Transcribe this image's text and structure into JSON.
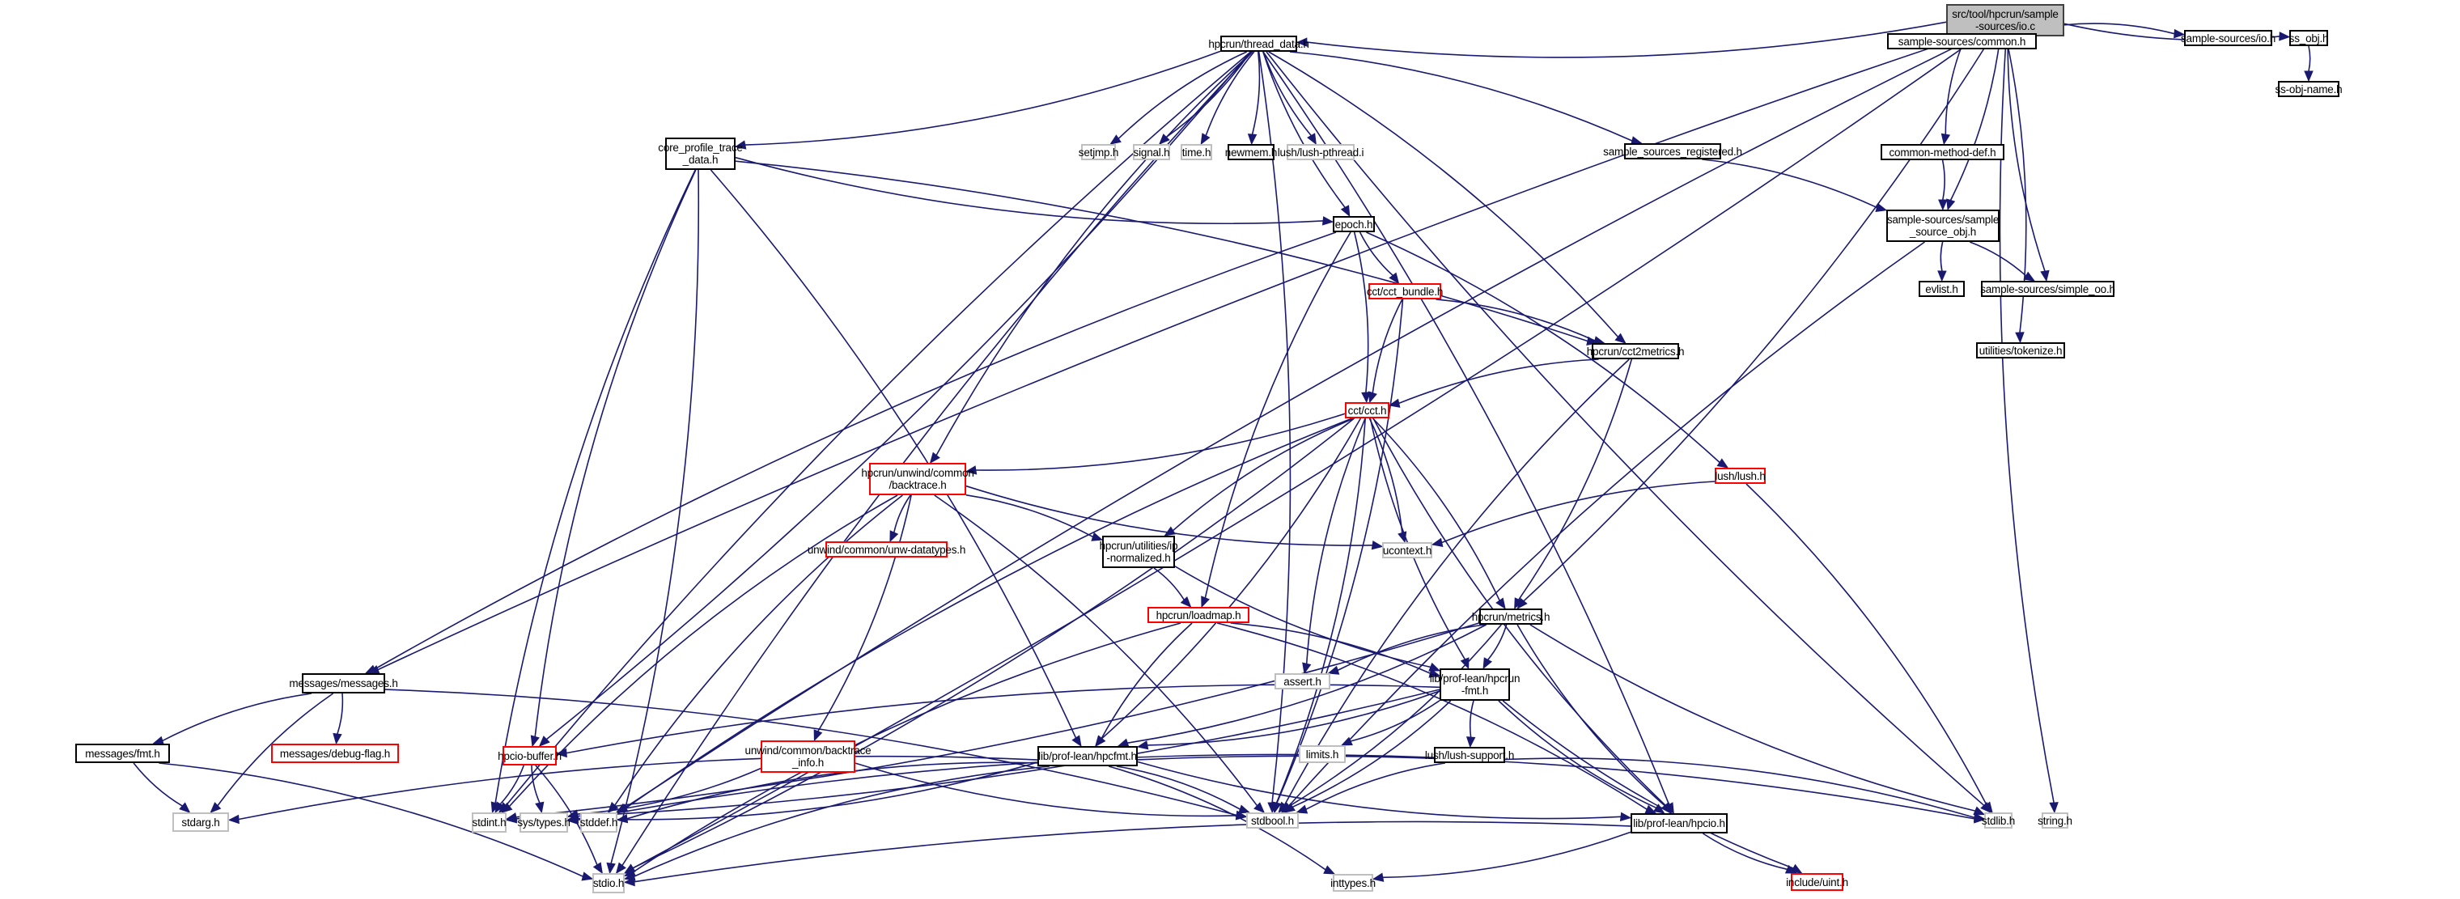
{
  "title": "src/tool/hpcrun/sample-sources/io.c include dependency graph",
  "colors": {
    "edge": "#191970",
    "root_fill": "#bfbfbf",
    "documented_border": "#000000",
    "undocumented_border": "#ff0000",
    "system_border": "#bfbfbf"
  },
  "nodes": [
    {
      "id": "io_c",
      "label": "src/tool/hpcrun/sample\n-sources/io.c",
      "kind": "root"
    },
    {
      "id": "thread_data",
      "label": "hpcrun/thread_data.h",
      "kind": "plain"
    },
    {
      "id": "ss_common",
      "label": "sample-sources/common.h",
      "kind": "plain"
    },
    {
      "id": "ss_io",
      "label": "sample-sources/io.h",
      "kind": "plain"
    },
    {
      "id": "ss_obj",
      "label": "ss_obj.h",
      "kind": "plain"
    },
    {
      "id": "ss_obj_name",
      "label": "ss-obj-name.h",
      "kind": "plain"
    },
    {
      "id": "core_profile",
      "label": "core_profile_trace\n_data.h",
      "kind": "plain"
    },
    {
      "id": "setjmp",
      "label": "setjmp.h",
      "kind": "system"
    },
    {
      "id": "signal",
      "label": "signal.h",
      "kind": "system"
    },
    {
      "id": "time",
      "label": "time.h",
      "kind": "system"
    },
    {
      "id": "newmem",
      "label": "newmem.h",
      "kind": "plain"
    },
    {
      "id": "lush_pthread",
      "label": "lush/lush-pthread.i",
      "kind": "system"
    },
    {
      "id": "ss_registered",
      "label": "sample_sources_registered.h",
      "kind": "plain"
    },
    {
      "id": "common_method",
      "label": "common-method-def.h",
      "kind": "plain"
    },
    {
      "id": "ss_sample_obj",
      "label": "sample-sources/sample\n_source_obj.h",
      "kind": "plain"
    },
    {
      "id": "epoch",
      "label": "epoch.h",
      "kind": "plain"
    },
    {
      "id": "evlist",
      "label": "evlist.h",
      "kind": "plain"
    },
    {
      "id": "simple_oo",
      "label": "sample-sources/simple_oo.h",
      "kind": "plain"
    },
    {
      "id": "cct_bundle",
      "label": "cct/cct_bundle.h",
      "kind": "missing"
    },
    {
      "id": "cct2metrics",
      "label": "hpcrun/cct2metrics.h",
      "kind": "plain"
    },
    {
      "id": "tokenize",
      "label": "utilities/tokenize.h",
      "kind": "plain"
    },
    {
      "id": "cct",
      "label": "cct/cct.h",
      "kind": "missing"
    },
    {
      "id": "lush",
      "label": "lush/lush.h",
      "kind": "missing"
    },
    {
      "id": "backtrace",
      "label": "hpcrun/unwind/common\n/backtrace.h",
      "kind": "missing"
    },
    {
      "id": "unw_datatypes",
      "label": "unwind/common/unw-datatypes.h",
      "kind": "missing"
    },
    {
      "id": "ip_normalized",
      "label": "hpcrun/utilities/ip\n-normalized.h",
      "kind": "plain"
    },
    {
      "id": "ucontext",
      "label": "ucontext.h",
      "kind": "system"
    },
    {
      "id": "loadmap",
      "label": "hpcrun/loadmap.h",
      "kind": "missing"
    },
    {
      "id": "metrics",
      "label": "hpcrun/metrics.h",
      "kind": "plain"
    },
    {
      "id": "assert",
      "label": "assert.h",
      "kind": "system"
    },
    {
      "id": "messages",
      "label": "messages/messages.h",
      "kind": "plain"
    },
    {
      "id": "hpcrun_fmt",
      "label": "lib/prof-lean/hpcrun\n-fmt.h",
      "kind": "plain"
    },
    {
      "id": "bt_info",
      "label": "unwind/common/backtrace\n_info.h",
      "kind": "missing"
    },
    {
      "id": "msg_fmt",
      "label": "messages/fmt.h",
      "kind": "plain"
    },
    {
      "id": "debug_flag",
      "label": "messages/debug-flag.h",
      "kind": "missing"
    },
    {
      "id": "hpcio_buffer",
      "label": "hpcio-buffer.h",
      "kind": "missing"
    },
    {
      "id": "limits",
      "label": "limits.h",
      "kind": "system"
    },
    {
      "id": "lush_support",
      "label": "lush/lush-support.h",
      "kind": "plain"
    },
    {
      "id": "hpcfmt",
      "label": "lib/prof-lean/hpcfmt.h",
      "kind": "plain"
    },
    {
      "id": "stdarg",
      "label": "stdarg.h",
      "kind": "system"
    },
    {
      "id": "stdint",
      "label": "stdint.h",
      "kind": "system"
    },
    {
      "id": "sys_types",
      "label": "sys/types.h",
      "kind": "system"
    },
    {
      "id": "stddef",
      "label": "stddef.h",
      "kind": "system"
    },
    {
      "id": "stdbool",
      "label": "stdbool.h",
      "kind": "system"
    },
    {
      "id": "hpcio",
      "label": "lib/prof-lean/hpcio.h",
      "kind": "plain"
    },
    {
      "id": "stdlib",
      "label": "stdlib.h",
      "kind": "system"
    },
    {
      "id": "string",
      "label": "string.h",
      "kind": "system"
    },
    {
      "id": "stdio",
      "label": "stdio.h",
      "kind": "system"
    },
    {
      "id": "inttypes",
      "label": "inttypes.h",
      "kind": "system"
    },
    {
      "id": "uint",
      "label": "include/uint.h",
      "kind": "missing"
    }
  ],
  "edges": [
    [
      "io_c",
      "thread_data"
    ],
    [
      "io_c",
      "ss_common"
    ],
    [
      "io_c",
      "ss_io"
    ],
    [
      "io_c",
      "ss_obj"
    ],
    [
      "io_c",
      "ss_sample_obj"
    ],
    [
      "io_c",
      "simple_oo"
    ],
    [
      "io_c",
      "tokenize"
    ],
    [
      "io_c",
      "string"
    ],
    [
      "io_c",
      "metrics"
    ],
    [
      "io_c",
      "messages"
    ],
    [
      "io_c",
      "stdio"
    ],
    [
      "io_c",
      "stddef"
    ],
    [
      "ss_obj",
      "ss_obj_name"
    ],
    [
      "ss_common",
      "common_method"
    ],
    [
      "common_method",
      "ss_sample_obj"
    ],
    [
      "ss_sample_obj",
      "evlist"
    ],
    [
      "ss_sample_obj",
      "simple_oo"
    ],
    [
      "ss_sample_obj",
      "stdbool"
    ],
    [
      "thread_data",
      "core_profile"
    ],
    [
      "thread_data",
      "setjmp"
    ],
    [
      "thread_data",
      "signal"
    ],
    [
      "thread_data",
      "time"
    ],
    [
      "thread_data",
      "newmem"
    ],
    [
      "thread_data",
      "lush_pthread"
    ],
    [
      "thread_data",
      "ss_registered"
    ],
    [
      "thread_data",
      "epoch"
    ],
    [
      "thread_data",
      "cct2metrics"
    ],
    [
      "thread_data",
      "backtrace"
    ],
    [
      "thread_data",
      "hpcio_buffer"
    ],
    [
      "thread_data",
      "stdint"
    ],
    [
      "thread_data",
      "stdbool"
    ],
    [
      "thread_data",
      "stdlib"
    ],
    [
      "thread_data",
      "hpcio"
    ],
    [
      "thread_data",
      "stdio"
    ],
    [
      "ss_registered",
      "ss_sample_obj"
    ],
    [
      "core_profile",
      "epoch"
    ],
    [
      "core_profile",
      "cct2metrics"
    ],
    [
      "core_profile",
      "hpcio_buffer"
    ],
    [
      "core_profile",
      "hpcfmt"
    ],
    [
      "core_profile",
      "stdint"
    ],
    [
      "core_profile",
      "stdio"
    ],
    [
      "epoch",
      "cct_bundle"
    ],
    [
      "epoch",
      "cct"
    ],
    [
      "epoch",
      "loadmap"
    ],
    [
      "epoch",
      "lush"
    ],
    [
      "epoch",
      "messages"
    ],
    [
      "cct_bundle",
      "cct2metrics"
    ],
    [
      "cct_bundle",
      "cct"
    ],
    [
      "cct_bundle",
      "stdbool"
    ],
    [
      "cct2metrics",
      "cct"
    ],
    [
      "cct2metrics",
      "metrics"
    ],
    [
      "cct2metrics",
      "stdbool"
    ],
    [
      "cct",
      "backtrace"
    ],
    [
      "cct",
      "ip_normalized"
    ],
    [
      "cct",
      "ucontext"
    ],
    [
      "cct",
      "assert"
    ],
    [
      "cct",
      "metrics"
    ],
    [
      "cct",
      "hpcrun_fmt"
    ],
    [
      "cct",
      "hpcfmt"
    ],
    [
      "cct",
      "hpcio"
    ],
    [
      "cct",
      "stdbool"
    ],
    [
      "cct",
      "stddef"
    ],
    [
      "cct",
      "stdio"
    ],
    [
      "lush",
      "ucontext"
    ],
    [
      "lush",
      "stdlib"
    ],
    [
      "backtrace",
      "unw_datatypes"
    ],
    [
      "backtrace",
      "ip_normalized"
    ],
    [
      "backtrace",
      "ucontext"
    ],
    [
      "backtrace",
      "bt_info"
    ],
    [
      "backtrace",
      "stdint"
    ],
    [
      "backtrace",
      "stdbool"
    ],
    [
      "backtrace",
      "stddef"
    ],
    [
      "ip_normalized",
      "loadmap"
    ],
    [
      "ip_normalized",
      "hpcrun_fmt"
    ],
    [
      "loadmap",
      "hpcrun_fmt"
    ],
    [
      "loadmap",
      "hpcfmt"
    ],
    [
      "loadmap",
      "hpcio"
    ],
    [
      "loadmap",
      "stdio"
    ],
    [
      "metrics",
      "hpcrun_fmt"
    ],
    [
      "metrics",
      "assert"
    ],
    [
      "metrics",
      "hpcfmt"
    ],
    [
      "metrics",
      "hpcio"
    ],
    [
      "metrics",
      "stdbool"
    ],
    [
      "metrics",
      "stdlib"
    ],
    [
      "metrics",
      "stdint"
    ],
    [
      "messages",
      "msg_fmt"
    ],
    [
      "messages",
      "debug_flag"
    ],
    [
      "messages",
      "stdarg"
    ],
    [
      "messages",
      "stdbool"
    ],
    [
      "msg_fmt",
      "stdarg"
    ],
    [
      "msg_fmt",
      "stdio"
    ],
    [
      "hpcrun_fmt",
      "hpcio_buffer"
    ],
    [
      "hpcrun_fmt",
      "limits"
    ],
    [
      "hpcrun_fmt",
      "lush_support"
    ],
    [
      "hpcrun_fmt",
      "hpcfmt"
    ],
    [
      "hpcrun_fmt",
      "hpcio"
    ],
    [
      "hpcrun_fmt",
      "stdbool"
    ],
    [
      "hpcrun_fmt",
      "uint"
    ],
    [
      "hpcrun_fmt",
      "stdint"
    ],
    [
      "lush_support",
      "stdbool"
    ],
    [
      "lush_support",
      "stdlib"
    ],
    [
      "lush_support",
      "sys_types"
    ],
    [
      "bt_info",
      "sys_types"
    ],
    [
      "bt_info",
      "stdbool"
    ],
    [
      "hpcio_buffer",
      "stdint"
    ],
    [
      "hpcio_buffer",
      "sys_types"
    ],
    [
      "hpcio_buffer",
      "stdio"
    ],
    [
      "hpcfmt",
      "stdarg"
    ],
    [
      "hpcfmt",
      "stdbool"
    ],
    [
      "hpcfmt",
      "stddef"
    ],
    [
      "hpcfmt",
      "inttypes"
    ],
    [
      "hpcfmt",
      "stdio"
    ],
    [
      "hpcfmt",
      "stdlib"
    ],
    [
      "hpcfmt",
      "hpcio"
    ],
    [
      "hpcfmt",
      "sys_types"
    ],
    [
      "hpcio",
      "stdio"
    ],
    [
      "hpcio",
      "inttypes"
    ],
    [
      "hpcio",
      "uint"
    ]
  ]
}
